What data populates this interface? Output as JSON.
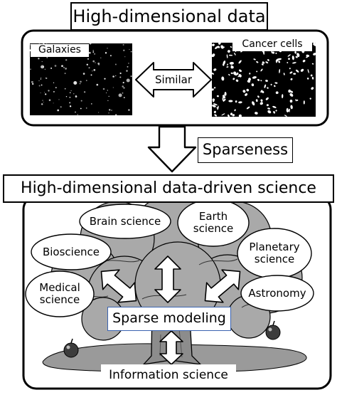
{
  "top": {
    "title": "High-dimensional data",
    "left_image_label": "Galaxies",
    "right_image_label": "Cancer cells",
    "similar_label": "Similar"
  },
  "transition": {
    "label": "Sparseness"
  },
  "science": {
    "title": "High-dimensional data-driven science",
    "fields": {
      "brain": "Brain science",
      "earth": "Earth science",
      "bio": "Bioscience",
      "planetary": "Planetary science",
      "medical": "Medical science",
      "astronomy": "Astronomy"
    },
    "center_label": "Sparse modeling",
    "bottom_label": "Information science"
  },
  "colors": {
    "tree_foliage": "#a9a9a9",
    "trunk": "#8c8c8c",
    "sparse_border": "#3a63b0",
    "apple": "#3c3c3c"
  }
}
